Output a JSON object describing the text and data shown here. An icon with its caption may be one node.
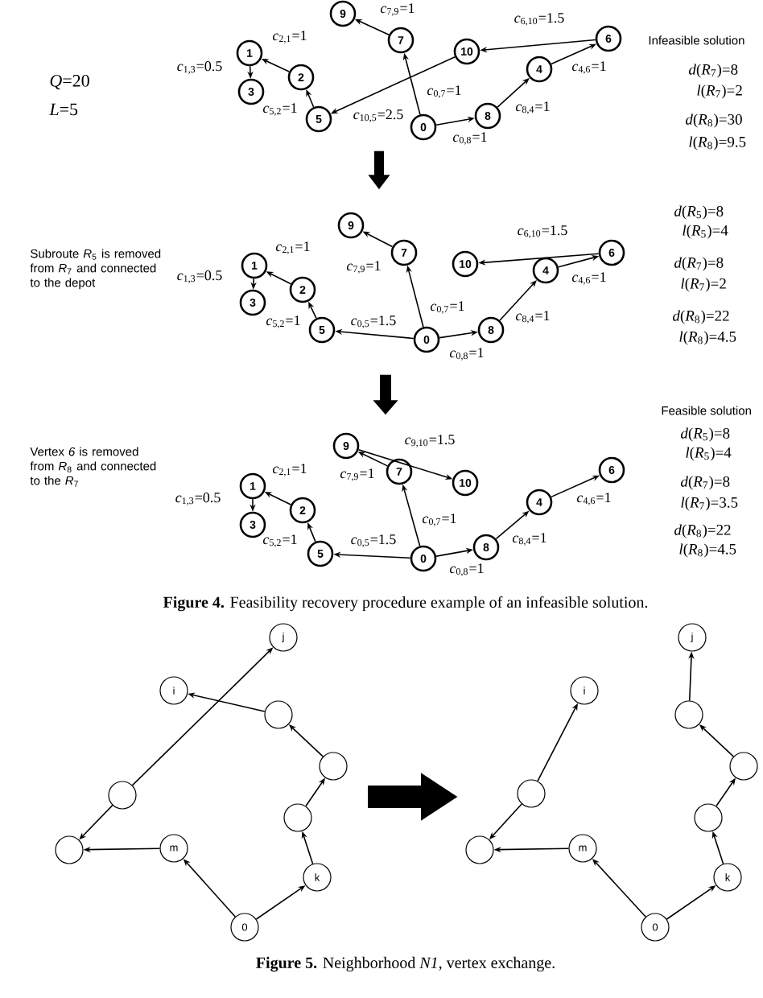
{
  "diagram": {
    "nodes": [
      {
        "text": [],
        "shape": "picture"
      },
      {
        "text": [
          "0"
        ],
        "in": 0
      },
      {
        "text": [
          "1"
        ],
        "in": 0
      },
      {
        "text": [
          "2"
        ],
        "in": 0
      },
      {
        "text": [
          "3"
        ],
        "in": 0
      },
      {
        "text": [
          "4"
        ],
        "in": 0
      },
      {
        "text": [
          "5"
        ],
        "in": 0
      },
      {
        "text": [
          "6"
        ],
        "in": 0
      },
      {
        "text": [
          "7"
        ],
        "in": 0
      },
      {
        "text": [
          "8"
        ],
        "in": 0
      },
      {
        "text": [
          "9"
        ],
        "in": 0
      },
      {
        "text": [
          "10"
        ],
        "in": 0
      },
      {
        "text": [],
        "shape": "picture"
      },
      {
        "text": [
          "0"
        ],
        "in": 12
      },
      {
        "text": [
          "1"
        ],
        "in": 12
      },
      {
        "text": [
          "2"
        ],
        "in": 12
      },
      {
        "text": [
          "3"
        ],
        "in": 12
      },
      {
        "text": [
          "4"
        ],
        "in": 12
      },
      {
        "text": [
          "5"
        ],
        "in": 12
      },
      {
        "text": [
          "6"
        ],
        "in": 12
      },
      {
        "text": [
          "7"
        ],
        "in": 12
      },
      {
        "text": [
          "8"
        ],
        "in": 12
      },
      {
        "text": [
          "9"
        ],
        "in": 12
      },
      {
        "text": [
          "10"
        ],
        "in": 12
      },
      {
        "text": [],
        "shape": "picture"
      },
      {
        "text": [
          "0"
        ],
        "in": 24
      },
      {
        "text": [
          "1"
        ],
        "in": 24
      },
      {
        "text": [
          "2"
        ],
        "in": 24
      },
      {
        "text": [
          "3"
        ],
        "in": 24
      },
      {
        "text": [
          "4"
        ],
        "in": 24
      },
      {
        "text": [
          "5"
        ],
        "in": 24
      },
      {
        "text": [
          "6"
        ],
        "in": 24
      },
      {
        "text": [
          "7"
        ],
        "in": 24
      },
      {
        "text": [
          "8"
        ],
        "in": 24
      },
      {
        "text": [
          "9"
        ],
        "in": 24
      },
      {
        "text": [
          "10"
        ],
        "in": 24
      },
      {
        "text": [],
        "shape": "picture"
      },
      {
        "text": [
          "j"
        ],
        "in": 36
      },
      {
        "text": [
          "i"
        ],
        "in": 36
      },
      {
        "text": [],
        "shape": "circle",
        "in": 36
      },
      {
        "text": [],
        "shape": "circle",
        "in": 36
      },
      {
        "text": [],
        "shape": "circle",
        "in": 36
      },
      {
        "text": [],
        "shape": "circle",
        "in": 36
      },
      {
        "text": [],
        "shape": "circle",
        "in": 36
      },
      {
        "text": [
          "m"
        ],
        "in": 36
      },
      {
        "text": [
          "k"
        ],
        "in": 36
      },
      {
        "text": [
          "0"
        ],
        "in": 36
      },
      {
        "text": [],
        "shape": "picture"
      },
      {
        "text": [
          "j"
        ],
        "in": 47
      },
      {
        "text": [
          "i"
        ],
        "in": 47
      },
      {
        "text": [],
        "shape": "circle",
        "in": 47
      },
      {
        "text": [],
        "shape": "circle",
        "in": 47
      },
      {
        "text": [],
        "shape": "circle",
        "in": 47
      },
      {
        "text": [],
        "shape": "circle",
        "in": 47
      },
      {
        "text": [],
        "shape": "circle",
        "in": 47
      },
      {
        "text": [
          "m"
        ],
        "in": 47
      },
      {
        "text": [
          "k"
        ],
        "in": 47
      },
      {
        "text": [
          "0"
        ],
        "in": 47
      }
    ],
    "edges": [
      {
        "from": 1,
        "to": 8,
        "arrow": "to",
        "label": "*c*$_{0,7}$=1"
      },
      {
        "from": 8,
        "to": 10,
        "arrow": "to",
        "label": "*c*$_{7,9}$=1"
      },
      {
        "from": 1,
        "to": 9,
        "arrow": "to",
        "label": "*c*$_{0,8}$=1"
      },
      {
        "from": 9,
        "to": 5,
        "arrow": "to",
        "label": "*c*$_{8,4}$=1"
      },
      {
        "from": 5,
        "to": 7,
        "arrow": "to",
        "label": "*c*$_{4,6}$=1"
      },
      {
        "from": 7,
        "to": 11,
        "arrow": "to",
        "label": "*c*$_{6,10}$=1.5"
      },
      {
        "from": 11,
        "to": 6,
        "arrow": "to",
        "label": "*c*$_{10,5}$=2.5"
      },
      {
        "from": 6,
        "to": 3,
        "arrow": "to",
        "label": "*c*$_{5,2}$=1"
      },
      {
        "from": 3,
        "to": 2,
        "arrow": "to",
        "label": "*c*$_{2,1}$=1"
      },
      {
        "from": 2,
        "to": 4,
        "arrow": "to",
        "label": "*c*$_{1,3}$=0.5"
      },
      {
        "from": 13,
        "to": 20,
        "arrow": "to",
        "label": "*c*$_{0,7}$=1"
      },
      {
        "from": 20,
        "to": 22,
        "arrow": "to",
        "label": "*c*$_{7,9}$=1"
      },
      {
        "from": 13,
        "to": 21,
        "arrow": "to",
        "label": "*c*$_{0,8}$=1"
      },
      {
        "from": 21,
        "to": 17,
        "arrow": "to",
        "label": "*c*$_{8,4}$=1"
      },
      {
        "from": 17,
        "to": 19,
        "arrow": "to",
        "label": "*c*$_{4,6}$=1"
      },
      {
        "from": 19,
        "to": 23,
        "arrow": "to",
        "label": "*c*$_{6,10}$=1.5"
      },
      {
        "from": 13,
        "to": 18,
        "arrow": "to",
        "label": "*c*$_{0,5}$=1.5"
      },
      {
        "from": 18,
        "to": 15,
        "arrow": "to",
        "label": "*c*$_{5,2}$=1"
      },
      {
        "from": 15,
        "to": 14,
        "arrow": "to",
        "label": "*c*$_{2,1}$=1"
      },
      {
        "from": 14,
        "to": 16,
        "arrow": "to",
        "label": "*c*$_{1,3}$=0.5"
      },
      {
        "from": 25,
        "to": 32,
        "arrow": "to",
        "label": "*c*$_{0,7}$=1"
      },
      {
        "from": 32,
        "to": 34,
        "arrow": "to",
        "label": "*c*$_{7,9}$=1"
      },
      {
        "from": 34,
        "to": 35,
        "arrow": "to",
        "label": "*c*$_{9,10}$=1.5"
      },
      {
        "from": 25,
        "to": 33,
        "arrow": "to",
        "label": "*c*$_{0,8}$=1"
      },
      {
        "from": 33,
        "to": 29,
        "arrow": "to",
        "label": "*c*$_{8,4}$=1"
      },
      {
        "from": 29,
        "to": 31,
        "arrow": "to",
        "label": "*c*$_{4,6}$=1"
      },
      {
        "from": 25,
        "to": 30,
        "arrow": "to",
        "label": "*c*$_{0,5}$=1.5"
      },
      {
        "from": 30,
        "to": 27,
        "arrow": "to",
        "label": "*c*$_{5,2}$=1"
      },
      {
        "from": 27,
        "to": 26,
        "arrow": "to",
        "label": "*c*$_{2,1}$=1"
      },
      {
        "from": 26,
        "to": 28,
        "arrow": "to",
        "label": "*c*$_{1,3}$=0.5"
      },
      {
        "from": 46,
        "to": 44,
        "arrow": "to"
      },
      {
        "from": 46,
        "to": 45,
        "arrow": "to"
      },
      {
        "from": 45,
        "to": 42,
        "arrow": "to"
      },
      {
        "from": 42,
        "to": 40,
        "arrow": "to"
      },
      {
        "from": 40,
        "to": 39,
        "arrow": "to"
      },
      {
        "from": 39,
        "to": 38,
        "arrow": "to"
      },
      {
        "from": 44,
        "to": 43,
        "arrow": "to"
      },
      {
        "from": 41,
        "to": 43,
        "arrow": "to"
      },
      {
        "from": 41,
        "to": 37,
        "arrow": "to"
      },
      {
        "from": 57,
        "to": 55,
        "arrow": "to"
      },
      {
        "from": 57,
        "to": 56,
        "arrow": "to"
      },
      {
        "from": 56,
        "to": 53,
        "arrow": "to"
      },
      {
        "from": 53,
        "to": 51,
        "arrow": "to"
      },
      {
        "from": 51,
        "to": 50,
        "arrow": "to"
      },
      {
        "from": 50,
        "to": 48,
        "arrow": "to"
      },
      {
        "from": 55,
        "to": 54,
        "arrow": "to"
      },
      {
        "from": 52,
        "to": 54,
        "arrow": "to"
      },
      {
        "from": 52,
        "to": 49,
        "arrow": "to"
      },
      {
        "from": 0,
        "to": 12,
        "arrow": "to",
        "style": "thick"
      },
      {
        "from": 12,
        "to": 24,
        "arrow": "to",
        "style": "thick"
      },
      {
        "from": 36,
        "to": 47,
        "arrow": "to",
        "style": "thick"
      }
    ],
    "labels": [
      "*Q*=20",
      "*L*=5",
      "Infeasible solution",
      "*d*(*R*$_{7}$)=8",
      "*l*(*R*$_{7}$)=2",
      "*d*(*R*$_{8}$)=30",
      "*l*(*R*$_{8}$)=9.5",
      "Subroute *R*$_{5}$ is removed from *R*$_{7}$ and connected to the depot",
      "*d*(*R*$_{5}$)=8",
      "*l*(*R*$_{5}$)=4",
      "*d*(*R*$_{7}$)=8",
      "*l*(*R*$_{7}$)=2",
      "*d*(*R*$_{8}$)=22",
      "*l*(*R*$_{8}$)=4.5",
      "Feasible solution",
      "Vertex *6* is removed from *R*$_{8}$ and connected to the *R*$_{7}$",
      "*d*(*R*$_{5}$)=8",
      "*l*(*R*$_{5}$)=4",
      "*d*(*R*$_{7}$)=8",
      "*l*(*R*$_{7}$)=3.5",
      "*d*(*R*$_{8}$)=22",
      "*l*(*R*$_{8}$)=4.5",
      "**Figure 4.** Feasibility recovery procedure example of an infeasible solution.",
      "**Figure 5.** Neighborhood *N1*, vertex exchange."
    ]
  }
}
